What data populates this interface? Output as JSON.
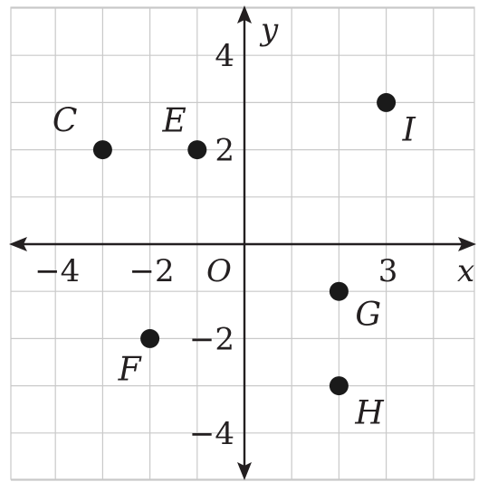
{
  "chart_data": {
    "type": "scatter",
    "title": "",
    "xlabel": "x",
    "ylabel": "y",
    "origin_label": "O",
    "xlim": [
      -5,
      5
    ],
    "ylim": [
      -5,
      5
    ],
    "grid": true,
    "x_tick_labels": [
      {
        "value": -4,
        "text": "−4"
      },
      {
        "value": -2,
        "text": "−2"
      },
      {
        "value": 3,
        "text": "3"
      }
    ],
    "y_tick_labels": [
      {
        "value": 4,
        "text": "4"
      },
      {
        "value": 2,
        "text": "2"
      },
      {
        "value": -2,
        "text": "−2"
      },
      {
        "value": -4,
        "text": "−4"
      }
    ],
    "points": [
      {
        "label": "C",
        "x": -3,
        "y": 2
      },
      {
        "label": "E",
        "x": -1,
        "y": 2
      },
      {
        "label": "I",
        "x": 3,
        "y": 3
      },
      {
        "label": "F",
        "x": -2,
        "y": -2
      },
      {
        "label": "G",
        "x": 2,
        "y": -1
      },
      {
        "label": "H",
        "x": 2,
        "y": -3
      }
    ]
  }
}
